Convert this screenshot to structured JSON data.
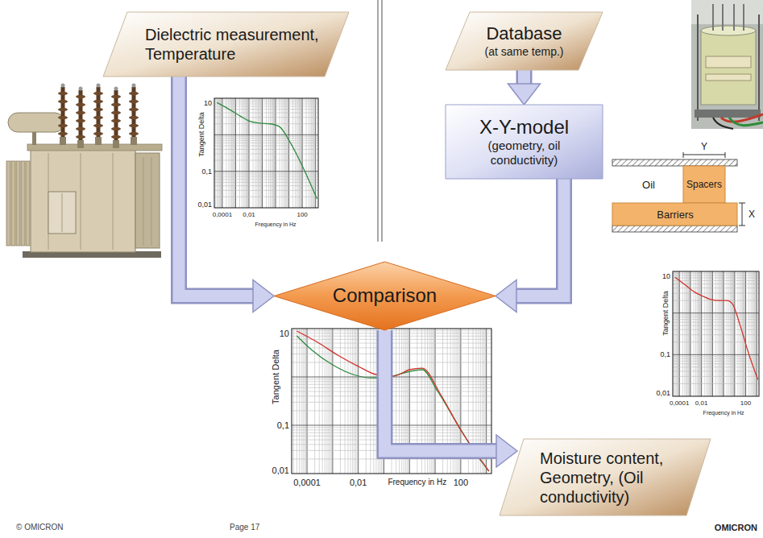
{
  "diagram": {
    "nodes": [
      {
        "text": [
          "Dielectric measurement, Temperature"
        ]
      },
      {
        "text": [
          "Database",
          "(at same temp.)"
        ]
      },
      {
        "text": [
          "X-Y-model",
          "(geometry, oil conductivity)"
        ]
      },
      {
        "text": [
          "Comparison"
        ]
      },
      {
        "text": [
          "Moisture content, Geometry, (Oil conductivity)"
        ]
      }
    ],
    "edges": [
      {
        "from": 0,
        "to": 3,
        "arrow": "to"
      },
      {
        "from": 1,
        "to": 2,
        "arrow": "to"
      },
      {
        "from": 2,
        "to": 3,
        "arrow": "to"
      },
      {
        "from": 3,
        "to": 4,
        "arrow": "to"
      }
    ],
    "labels": [
      "Tangent Delta",
      "10",
      "0,1",
      "0,01",
      "0,0001",
      "0,01",
      "Frequency in Hz",
      "100",
      "Y",
      "Oil",
      "Spacers",
      "Barriers",
      "X",
      "Tangent Delta",
      "10",
      "0,1",
      "0,01",
      "0,0001",
      "0,01",
      "Frequency in Hz",
      "100",
      "Tangent Delta",
      "10",
      "0,1",
      "0,01",
      "0,0001",
      "0,01",
      "Frequency in Hz",
      "100",
      "© OMICRON",
      "Page 17",
      "OMICRON"
    ]
  }
}
